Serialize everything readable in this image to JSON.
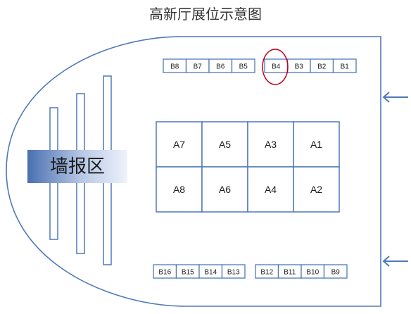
{
  "title": "高新厅展位示意图",
  "wall_zone_label": "墙报区",
  "booths_a": [
    "A7",
    "A5",
    "A3",
    "A1",
    "A8",
    "A6",
    "A4",
    "A2"
  ],
  "booths_b_top_left": [
    "B8",
    "B7",
    "B6",
    "B5"
  ],
  "booths_b_top_right": [
    "B4",
    "B3",
    "B2",
    "B1"
  ],
  "booths_b_bottom_left": [
    "B16",
    "B15",
    "B14",
    "B13"
  ],
  "booths_b_bottom_right": [
    "B12",
    "B11",
    "B10",
    "B9"
  ],
  "highlight_booth": "B4",
  "colors": {
    "outline": "#4f79b8",
    "highlight": "#c0001a",
    "zone_gradient_start": "#4a6fb0",
    "zone_gradient_end": "#e6ecf7"
  }
}
